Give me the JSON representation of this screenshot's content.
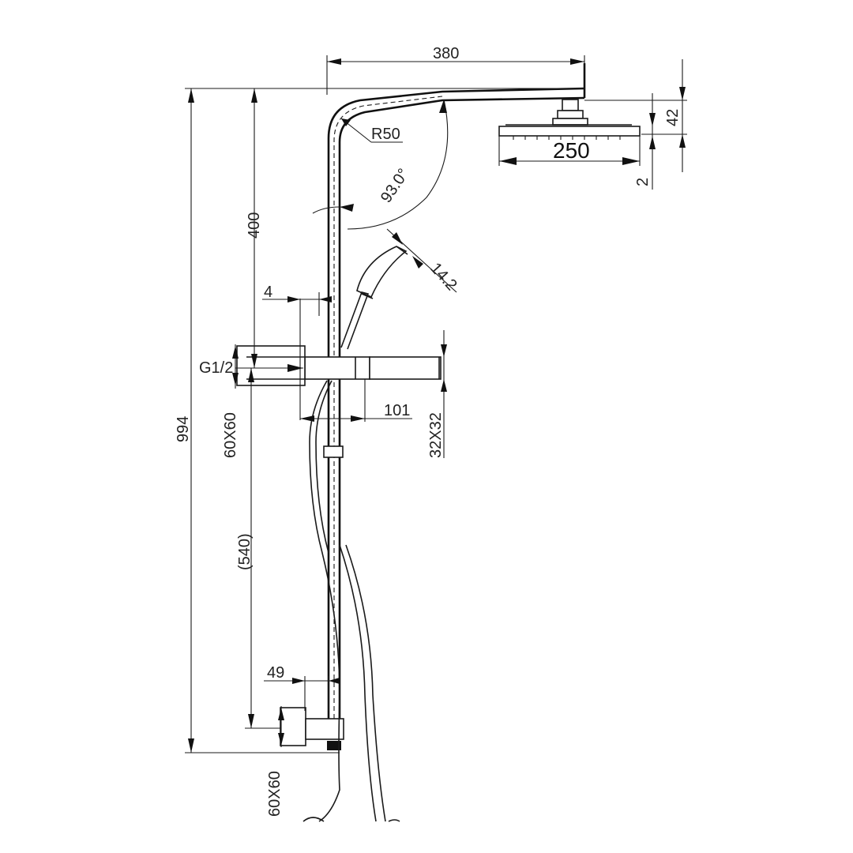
{
  "dimensions": {
    "width_380": "380",
    "radius": "R50",
    "height_42": "42",
    "head_250": "250",
    "thickness_2": "2",
    "angle": "93.0°",
    "handshower_angle": "14.2",
    "height_400": "400",
    "offset_4": "4",
    "thread": "G1/2",
    "holder_101": "101",
    "holder_32x32": "32X32",
    "bracket_top": "60X60",
    "total_994": "994",
    "span_540": "(540)",
    "offset_49": "49",
    "bracket_bottom": "60X60"
  }
}
